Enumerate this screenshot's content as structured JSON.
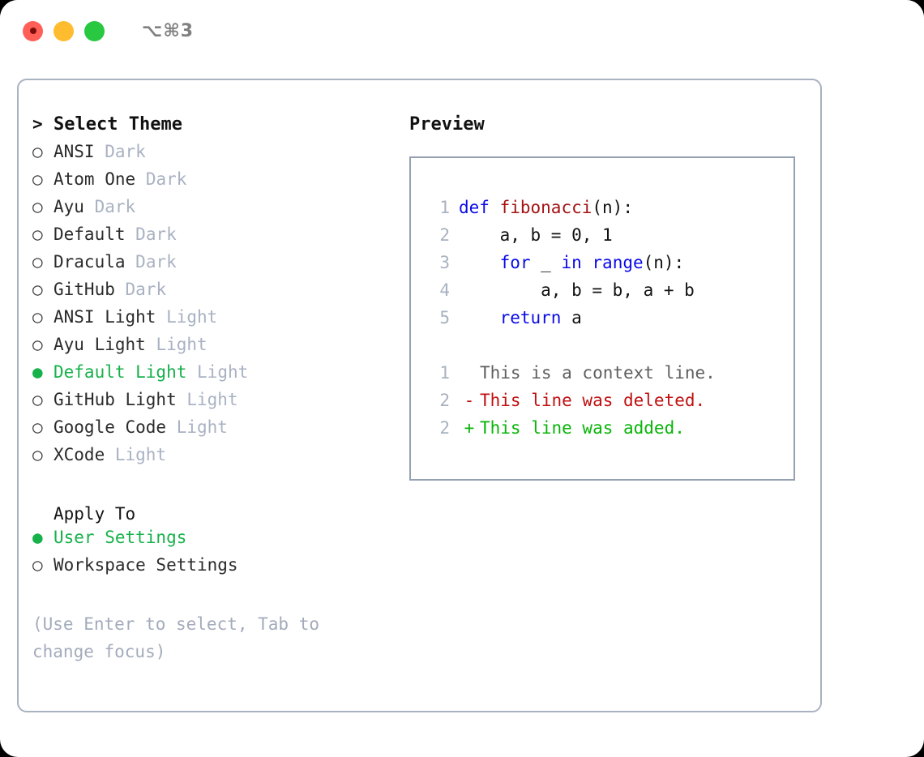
{
  "window": {
    "shortcut": "⌥⌘3",
    "traffic_lights": [
      {
        "name": "close",
        "color": "#ff5f57"
      },
      {
        "name": "minimize",
        "color": "#febc2e"
      },
      {
        "name": "maximize",
        "color": "#28c840"
      }
    ]
  },
  "theme_picker": {
    "header_marker": ">",
    "header": "Select Theme",
    "selected_marker": "●",
    "unselected_marker": "○",
    "items": [
      {
        "name": "ANSI",
        "tag": "Dark",
        "selected": false
      },
      {
        "name": "Atom One",
        "tag": "Dark",
        "selected": false
      },
      {
        "name": "Ayu",
        "tag": "Dark",
        "selected": false
      },
      {
        "name": "Default",
        "tag": "Dark",
        "selected": false
      },
      {
        "name": "Dracula",
        "tag": "Dark",
        "selected": false
      },
      {
        "name": "GitHub",
        "tag": "Dark",
        "selected": false
      },
      {
        "name": "ANSI Light",
        "tag": "Light",
        "selected": false
      },
      {
        "name": "Ayu Light",
        "tag": "Light",
        "selected": false
      },
      {
        "name": "Default Light",
        "tag": "Light",
        "selected": true
      },
      {
        "name": "GitHub Light",
        "tag": "Light",
        "selected": false
      },
      {
        "name": "Google Code",
        "tag": "Light",
        "selected": false
      },
      {
        "name": "XCode",
        "tag": "Light",
        "selected": false
      }
    ]
  },
  "apply_to": {
    "label": "Apply To",
    "options": [
      {
        "name": "User Settings",
        "selected": true
      },
      {
        "name": "Workspace Settings",
        "selected": false
      }
    ]
  },
  "hint": "(Use Enter to select, Tab to change focus)",
  "preview": {
    "header": "Preview",
    "code_lines": [
      {
        "no": "1",
        "tokens": [
          {
            "t": "def",
            "k": "kw"
          },
          {
            "t": " ",
            "k": "plain"
          },
          {
            "t": "fibonacci",
            "k": "fn"
          },
          {
            "t": "(n):",
            "k": "plain"
          }
        ]
      },
      {
        "no": "2",
        "tokens": [
          {
            "t": "    a, b = 0, 1",
            "k": "plain"
          }
        ]
      },
      {
        "no": "3",
        "tokens": [
          {
            "t": "    ",
            "k": "plain"
          },
          {
            "t": "for",
            "k": "kw"
          },
          {
            "t": " _ ",
            "k": "plain"
          },
          {
            "t": "in",
            "k": "kw"
          },
          {
            "t": " ",
            "k": "plain"
          },
          {
            "t": "range",
            "k": "kw"
          },
          {
            "t": "(n):",
            "k": "plain"
          }
        ]
      },
      {
        "no": "4",
        "tokens": [
          {
            "t": "        a, b = b, a + b",
            "k": "plain"
          }
        ]
      },
      {
        "no": "5",
        "tokens": [
          {
            "t": "    ",
            "k": "plain"
          },
          {
            "t": "return",
            "k": "kw"
          },
          {
            "t": " a",
            "k": "plain"
          }
        ]
      }
    ],
    "diff_lines": [
      {
        "no": "1",
        "mark": " ",
        "text": "This is a context line.",
        "kind": "ctx"
      },
      {
        "no": "2",
        "mark": "-",
        "text": "This line was deleted.",
        "kind": "del"
      },
      {
        "no": "2",
        "mark": "+",
        "text": "This line was added.",
        "kind": "add"
      }
    ]
  },
  "colors": {
    "accent_green": "#17b14b",
    "panel_border": "#a8b2c0",
    "preview_border": "#94a1b1",
    "muted": "#a9b2c2",
    "keyword_blue": "#0a0ae8",
    "function_red": "#a41212",
    "diff_delete": "#c01010",
    "diff_add": "#07b507"
  }
}
